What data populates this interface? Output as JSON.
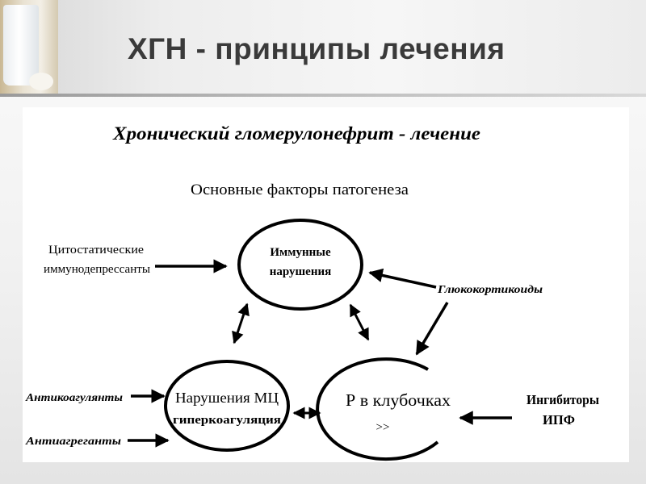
{
  "header": {
    "title": "ХГН - принципы лечения"
  },
  "diagram": {
    "title": "Хронический гломерулонефрит - лечение",
    "subtitle": "Основные факторы патогенеза",
    "nodes": {
      "immune": {
        "line1": "Иммунные",
        "line2": "нарушения"
      },
      "mc": {
        "line1": "Нарушения МЦ",
        "line2": "гиперкоагуляция"
      },
      "pressure": {
        "line1": "Р в клубочках",
        "line2": ">>"
      }
    },
    "treatments": {
      "cytostatics_line1": "Цитостатические",
      "cytostatics_line2": "иммунодепрессанты",
      "glucocorticoids": "Глюкокортикоиды",
      "anticoagulants": "Антикоагулянты",
      "antiaggregants": "Антиагреганты",
      "inhibitors_line1": "Ингибиторы",
      "inhibitors_line2": "ИПФ"
    }
  }
}
